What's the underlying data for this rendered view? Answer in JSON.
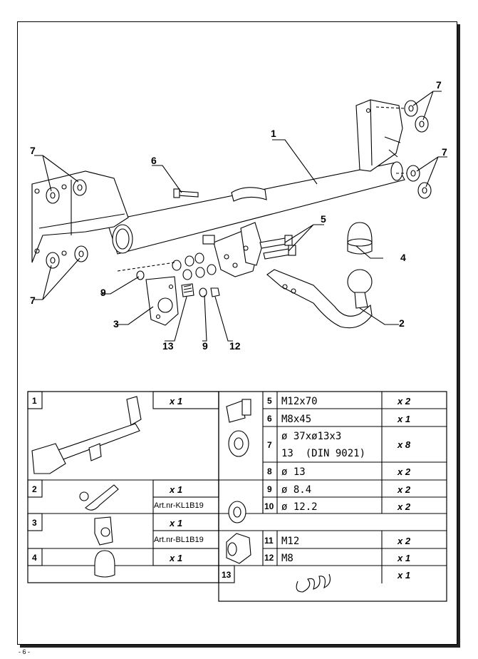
{
  "diagram": {
    "callouts": [
      "1",
      "2",
      "3",
      "4",
      "5",
      "6",
      "7",
      "7",
      "7",
      "7",
      "9",
      "9",
      "12",
      "13"
    ]
  },
  "parts_table": {
    "rows": [
      {
        "num": "1",
        "qty": "x 1",
        "spec": "",
        "art": ""
      },
      {
        "num": "2",
        "qty": "x 1",
        "spec": "",
        "art": "Art.nr-KL1B19"
      },
      {
        "num": "3",
        "qty": "x 1",
        "spec": "",
        "art": "Art.nr-BL1B19"
      },
      {
        "num": "4",
        "qty": "x 1",
        "spec": "",
        "art": ""
      },
      {
        "num": "5",
        "qty": "x 2",
        "spec": "M12x70",
        "art": ""
      },
      {
        "num": "6",
        "qty": "x 1",
        "spec": "M8x45",
        "art": ""
      },
      {
        "num": "7",
        "qty": "x 8",
        "spec": "ø 37xø13x3",
        "spec2": "13  (DIN 9021)",
        "art": ""
      },
      {
        "num": "8",
        "qty": "x 2",
        "spec": "ø 13",
        "art": ""
      },
      {
        "num": "9",
        "qty": "x 2",
        "spec": "ø 8.4",
        "art": ""
      },
      {
        "num": "10",
        "qty": "x 2",
        "spec": "ø 12.2",
        "art": ""
      },
      {
        "num": "11",
        "qty": "x 2",
        "spec": "M12",
        "art": ""
      },
      {
        "num": "12",
        "qty": "x 1",
        "spec": "M8",
        "art": ""
      },
      {
        "num": "13",
        "qty": "x 1",
        "spec": "",
        "art": ""
      }
    ]
  },
  "footer": {
    "page_number": "- 6 -"
  }
}
